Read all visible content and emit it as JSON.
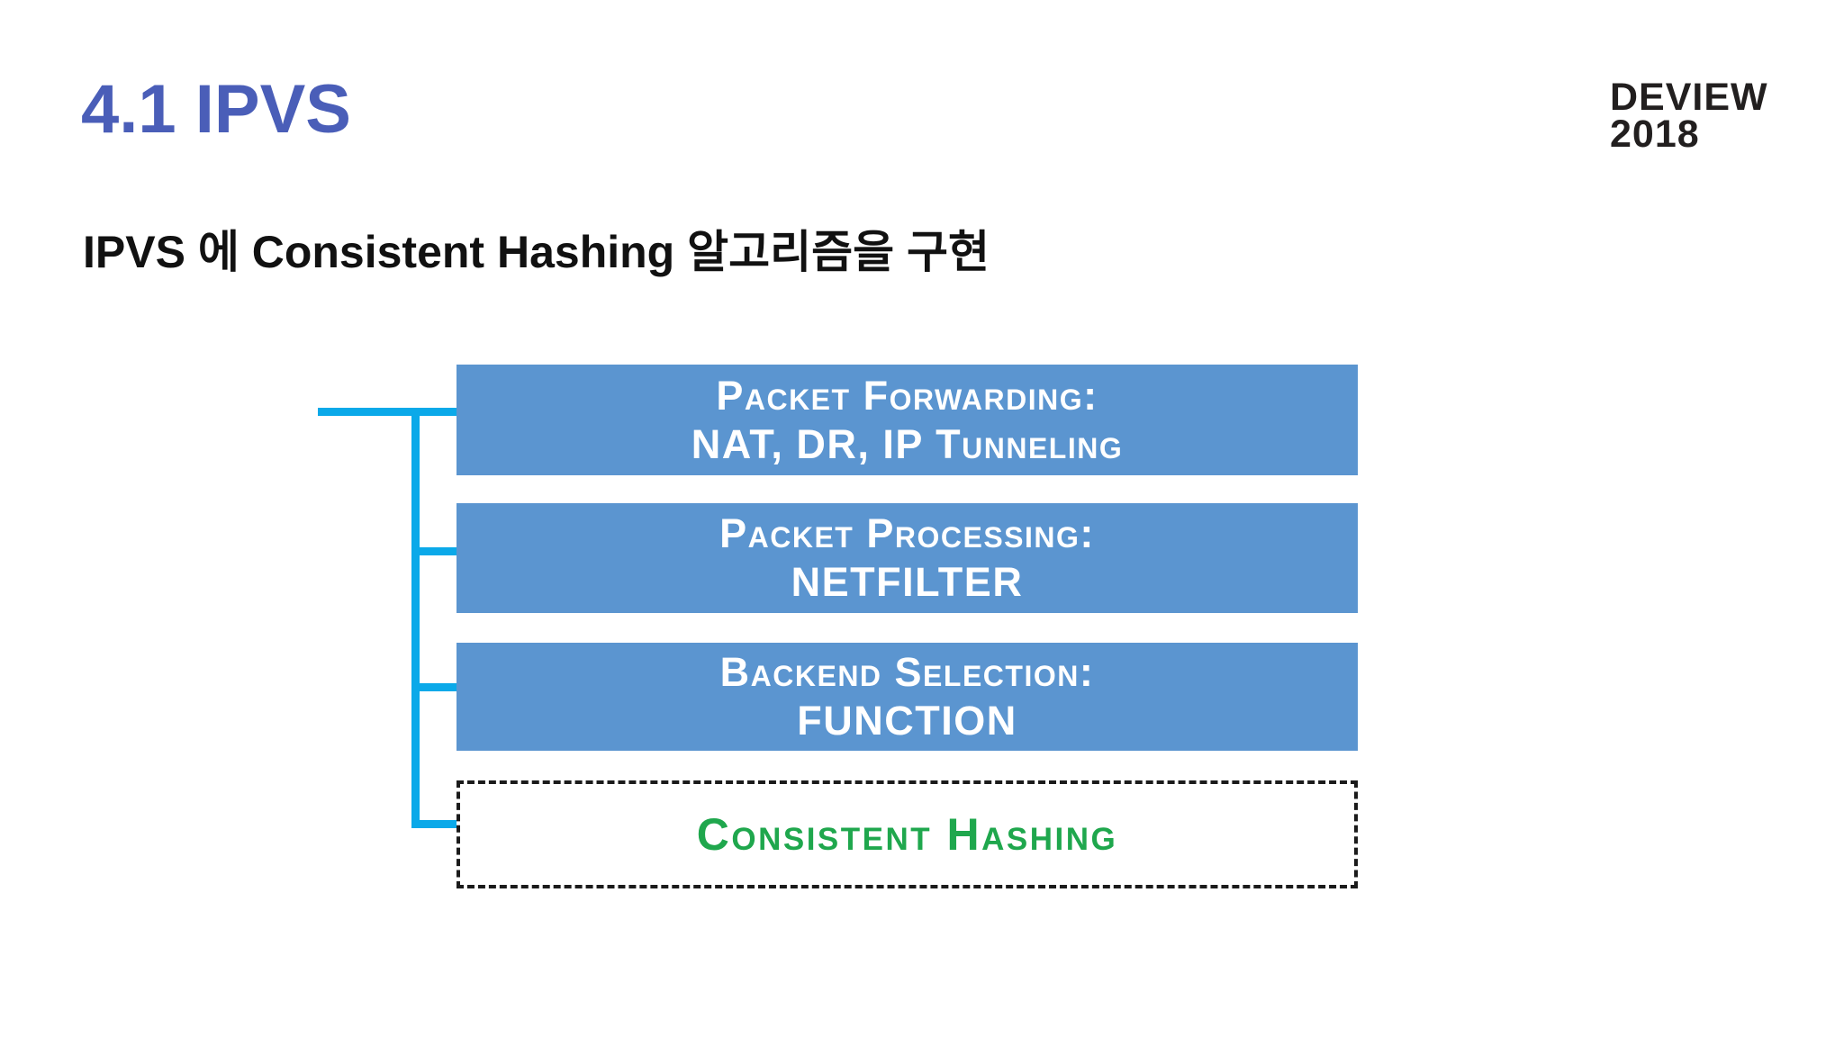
{
  "slide": {
    "title": "4.1 IPVS",
    "subtitle": "IPVS 에 Consistent Hashing 알고리즘을 구현",
    "logo": {
      "line1": "DEVIEW",
      "line2": "2018"
    }
  },
  "diagram": {
    "boxes": [
      {
        "line1": "Packet Forwarding:",
        "line2": "NAT, DR, IP Tunneling",
        "style": "solid-blue"
      },
      {
        "line1": "Packet Processing:",
        "line2": "NETFILTER",
        "style": "solid-blue"
      },
      {
        "line1": "Backend Selection:",
        "line2": "FUNCTION",
        "style": "solid-blue"
      },
      {
        "line1": "Consistent Hashing",
        "style": "dashed-highlight"
      }
    ],
    "connector": {
      "shape": "left-bracket",
      "connects": [
        "packet-forwarding",
        "packet-processing",
        "backend-selection",
        "consistent-hashing"
      ]
    },
    "colors": {
      "box_fill": "#5b95d0",
      "box_text": "#ffffff",
      "connector_line": "#0ba9e9",
      "highlight_text": "#1fa74d",
      "highlight_border": "#1b1b1b",
      "title_text": "#4a5eb8",
      "logo_text": "#221f1f"
    }
  }
}
